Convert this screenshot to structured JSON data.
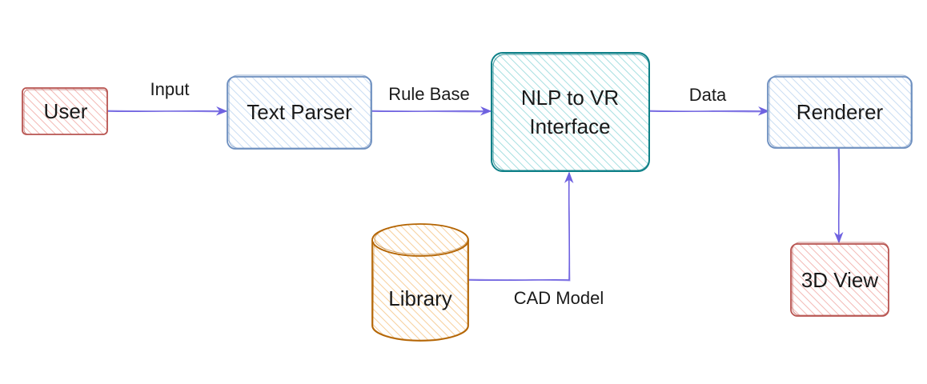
{
  "nodes": {
    "user": "User",
    "text_parser": "Text Parser",
    "nlp_vr": [
      "NLP to VR",
      "Interface"
    ],
    "renderer": "Renderer",
    "view3d": "3D View",
    "library": "Library"
  },
  "edges": {
    "input": "Input",
    "rule_base": "Rule Base",
    "data": "Data",
    "cad_model": "CAD Model"
  },
  "colors": {
    "red_stroke": "#b85450",
    "red_fill": "#f8cecc",
    "blue_stroke": "#6c8ebf",
    "blue_fill": "#dae8fc",
    "teal_stroke": "#0e8088",
    "teal_fill": "#b0e3e6",
    "orange_stroke": "#b46504",
    "orange_fill": "#fad7ac",
    "arrow": "#6f62e0"
  }
}
